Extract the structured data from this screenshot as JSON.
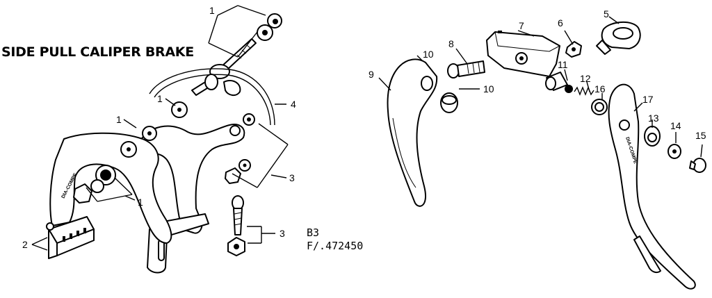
{
  "diagram": {
    "title": "SIDE PULL CALIPER BRAKE",
    "code_line1": "B3",
    "code_line2": "F/.472450",
    "callouts": {
      "c1a": "1",
      "c1b": "1",
      "c1c": "1",
      "c1d": "1",
      "c2": "2",
      "c3a": "3",
      "c3b": "3",
      "c4": "4",
      "c5": "5",
      "c6": "6",
      "c7": "7",
      "c8": "8",
      "c9": "9",
      "c10a": "10",
      "c10b": "10",
      "c11": "11",
      "c12": "12",
      "c13": "13",
      "c14": "14",
      "c15": "15",
      "c16": "16",
      "c17": "17"
    },
    "stamped_text": {
      "caliper_arm": "DIA-COMPE",
      "lever_blade": "DIA-COMPE"
    }
  }
}
